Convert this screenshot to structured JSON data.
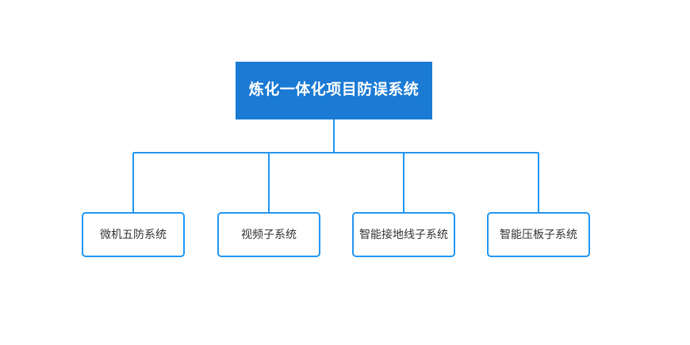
{
  "diagram": {
    "type": "organizational-tree",
    "background_color": "#ffffff",
    "root": {
      "label": "炼化一体化项目防误系统",
      "fill_color": "#1b7ad4",
      "text_color": "#ffffff"
    },
    "children": [
      {
        "label": "微机五防系统"
      },
      {
        "label": "视频子系统"
      },
      {
        "label": "智能接地线子系统"
      },
      {
        "label": "智能压板子系统"
      }
    ],
    "node_style": {
      "child_border_color": "#2196f3",
      "child_fill_color": "#ffffff",
      "child_text_color": "#333333",
      "connector_color": "#2196f3"
    }
  }
}
